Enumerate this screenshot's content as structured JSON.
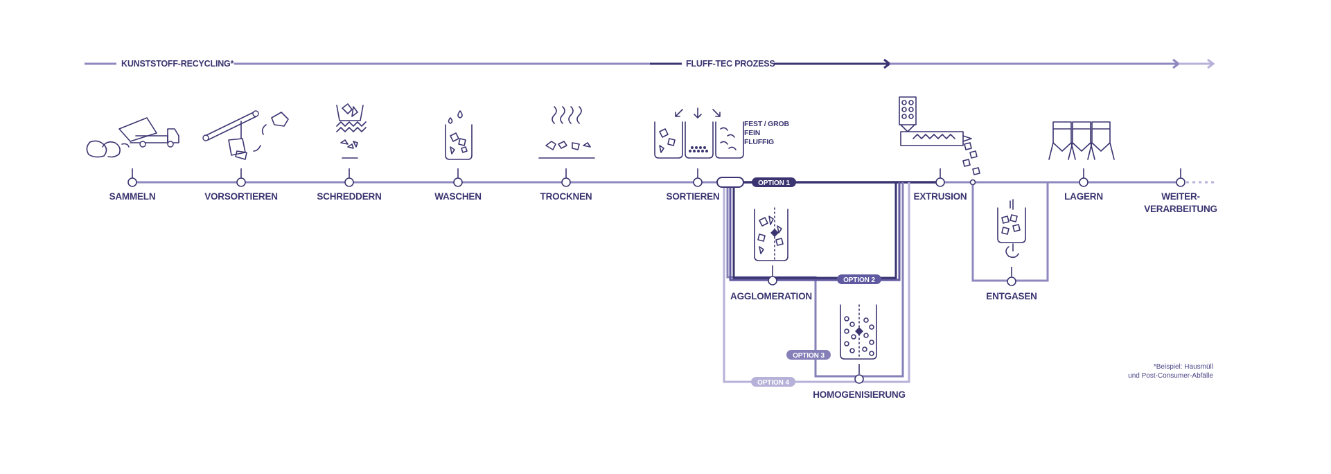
{
  "colors": {
    "dark": "#3a3470",
    "mid": "#8e88bf",
    "option1": "#3a3470",
    "option2": "#5f59a0",
    "option3": "#8580b8",
    "option4": "#b6b1d8"
  },
  "header": {
    "left_label": "KUNSTSTOFF-RECYCLING*",
    "center_label": "FLUFF-TEC PROZESS"
  },
  "steps": {
    "sammeln": "SAMMELN",
    "vorsortieren": "VORSORTIEREN",
    "schreddern": "SCHREDDERN",
    "waschen": "WASCHEN",
    "trocknen": "TROCKNEN",
    "sortieren": "SORTIEREN",
    "extrusion": "EXTRUSION",
    "lagern": "LAGERN",
    "weiter_line1": "WEITER-",
    "weiter_line2": "VERARBEITUNG",
    "agglomeration": "AGGLOMERATION",
    "homogenisierung": "HOMOGENISIERUNG",
    "entgasen": "ENTGASEN"
  },
  "sort_legend": [
    "FEST / GROB",
    "FEIN",
    "FLUFFIG"
  ],
  "options": {
    "option1": "OPTION 1",
    "option2": "OPTION 2",
    "option3": "OPTION 3",
    "option4": "OPTION 4"
  },
  "footnote": {
    "line1": "*Beispiel: Hausmüll",
    "line2": "und Post-Consumer-Abfälle"
  }
}
